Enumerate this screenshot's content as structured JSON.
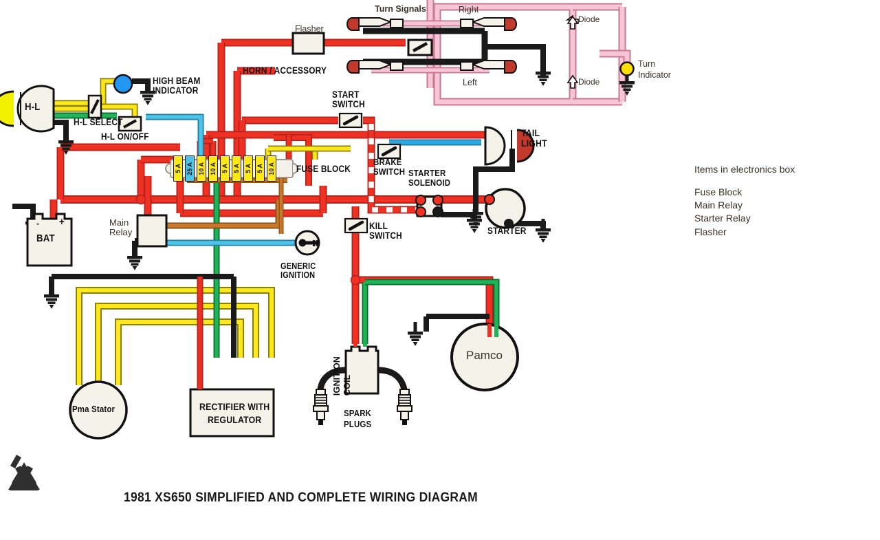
{
  "document": {
    "title": "1981 XS650 SIMPLIFIED AND COMPLETE WIRING DIAGRAM",
    "background": "#ffffff"
  },
  "legend": {
    "heading": "Items in electronics box",
    "items": [
      "Fuse Block",
      "Main Relay",
      "Starter Relay",
      "Flasher"
    ]
  },
  "components": {
    "headlight": {
      "label": "H-L",
      "name": "headlight"
    },
    "high_beam_indicator": {
      "label": "HIGH BEAM\nINDICATOR",
      "color": "#2196f3"
    },
    "hl_select": {
      "label": "H-L SELECT"
    },
    "hl_onoff": {
      "label": "H-L ON/OFF"
    },
    "battery": {
      "label": "BAT",
      "negative": "-",
      "positive": "+"
    },
    "main_relay": {
      "label": "Main\nRelay"
    },
    "generic_ignition": {
      "label": "GENERIC\nIGNITION"
    },
    "fuse_block": {
      "label": "FUSE BLOCK"
    },
    "flasher": {
      "label": "Flasher"
    },
    "horn_accessory": {
      "label": "HORN / ACCESSORY"
    },
    "start_switch": {
      "label": "START\nSWITCH"
    },
    "brake_switch": {
      "label": "BRAKE\nSWITCH"
    },
    "kill_switch": {
      "label": "KILL\nSWITCH"
    },
    "starter_solenoid": {
      "label": "STARTER\nSOLENOID"
    },
    "starter": {
      "label": "STARTER"
    },
    "tail_light": {
      "label": "TAIL\nLIGHT"
    },
    "turn_signals": {
      "label": "Turn Signals"
    },
    "turn_right": {
      "label": "Right"
    },
    "turn_left": {
      "label": "Left"
    },
    "turn_indicator": {
      "label": "Turn\nIndicator",
      "color": "#ffe000"
    },
    "diode_top": {
      "label": "Diode"
    },
    "diode_bottom": {
      "label": "Diode"
    },
    "pma_stator": {
      "label": "Pma Stator"
    },
    "rectifier": {
      "label": "RECTIFIER WITH\nREGULATOR"
    },
    "ignition_coil": {
      "label": "IGNITION\nCOIL"
    },
    "spark_plugs": {
      "label": "SPARK\nPLUGS"
    },
    "pamco": {
      "label": "Pamco"
    },
    "recycle_logo": {
      "name": "recycle-logo"
    }
  },
  "fuses": [
    {
      "rating": "5 A",
      "color": "#ffe81a"
    },
    {
      "rating": "25 A",
      "color": "#4ec3e8"
    },
    {
      "rating": "10 A",
      "color": "#ffe81a"
    },
    {
      "rating": "10 A",
      "color": "#ffe81a"
    },
    {
      "rating": "5 A",
      "color": "#ffe81a"
    },
    {
      "rating": "5 A",
      "color": "#ffe81a"
    },
    {
      "rating": "5 A",
      "color": "#ffe81a"
    },
    {
      "rating": "5 A",
      "color": "#ffe81a"
    },
    {
      "rating": "10 A",
      "color": "#ffe81a"
    }
  ],
  "wire_colors": {
    "red": "#ef3124",
    "black": "#1a1a1a",
    "yellow": "#ffe81a",
    "green": "#1fb457",
    "blue": "#29a9e0",
    "light_blue": "#4ec3e8",
    "orange": "#c8782a",
    "pink": "#f6c6d8",
    "pink_edge": "#c9788f",
    "white": "#ffffff"
  }
}
